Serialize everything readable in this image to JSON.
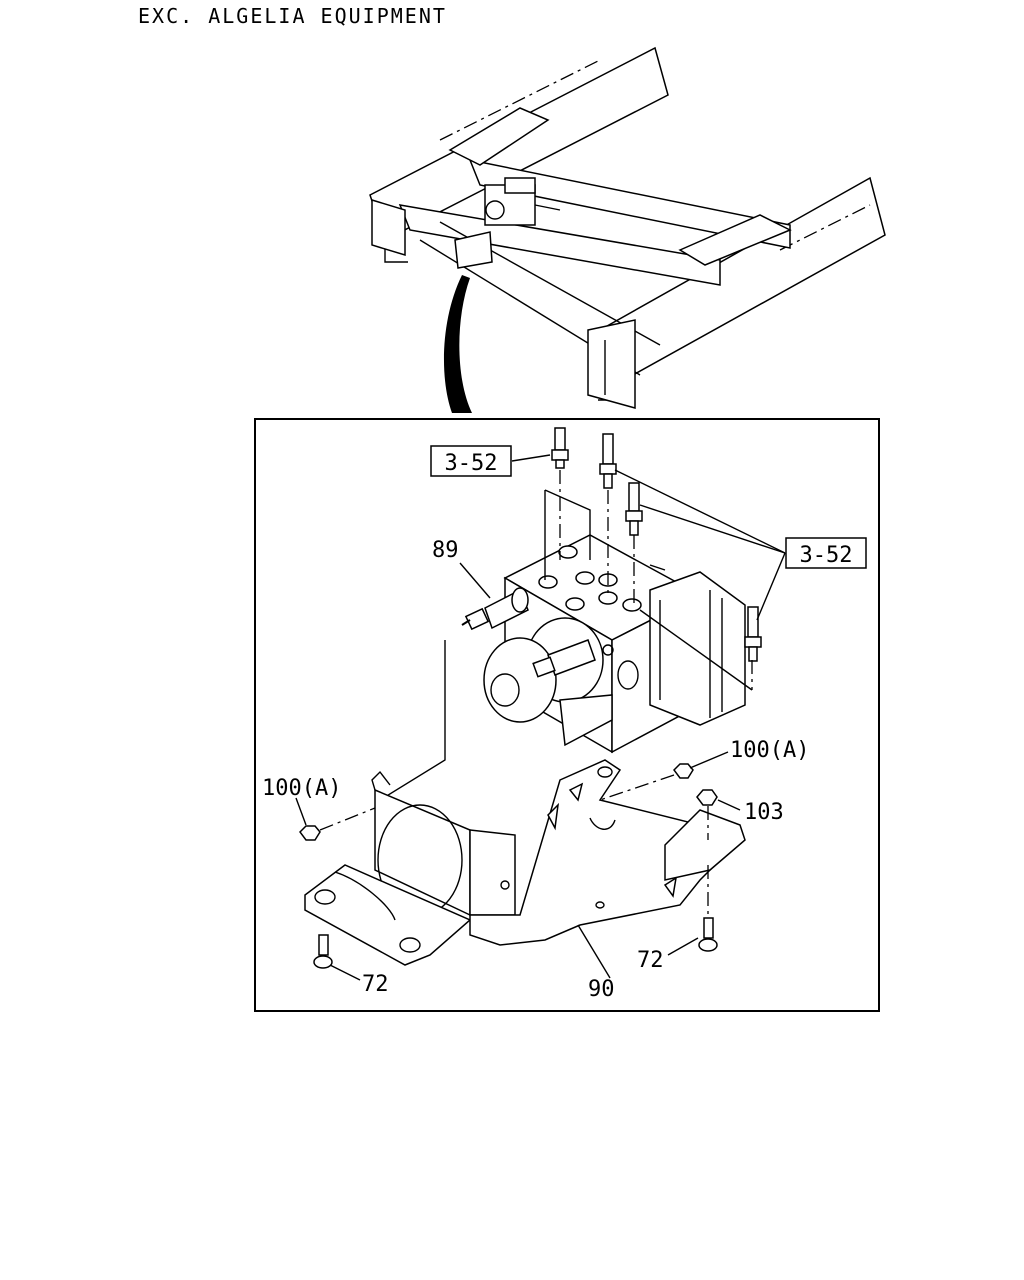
{
  "header": {
    "title": "EXC. ALGELIA EQUIPMENT"
  },
  "callouts": {
    "ref_352_left": "3-52",
    "ref_352_right": "3-52",
    "part_89": "89",
    "part_100a_left": "100(A)",
    "part_100a_right": "100(A)",
    "part_103": "103",
    "part_72_left": "72",
    "part_72_right": "72",
    "part_90": "90"
  }
}
